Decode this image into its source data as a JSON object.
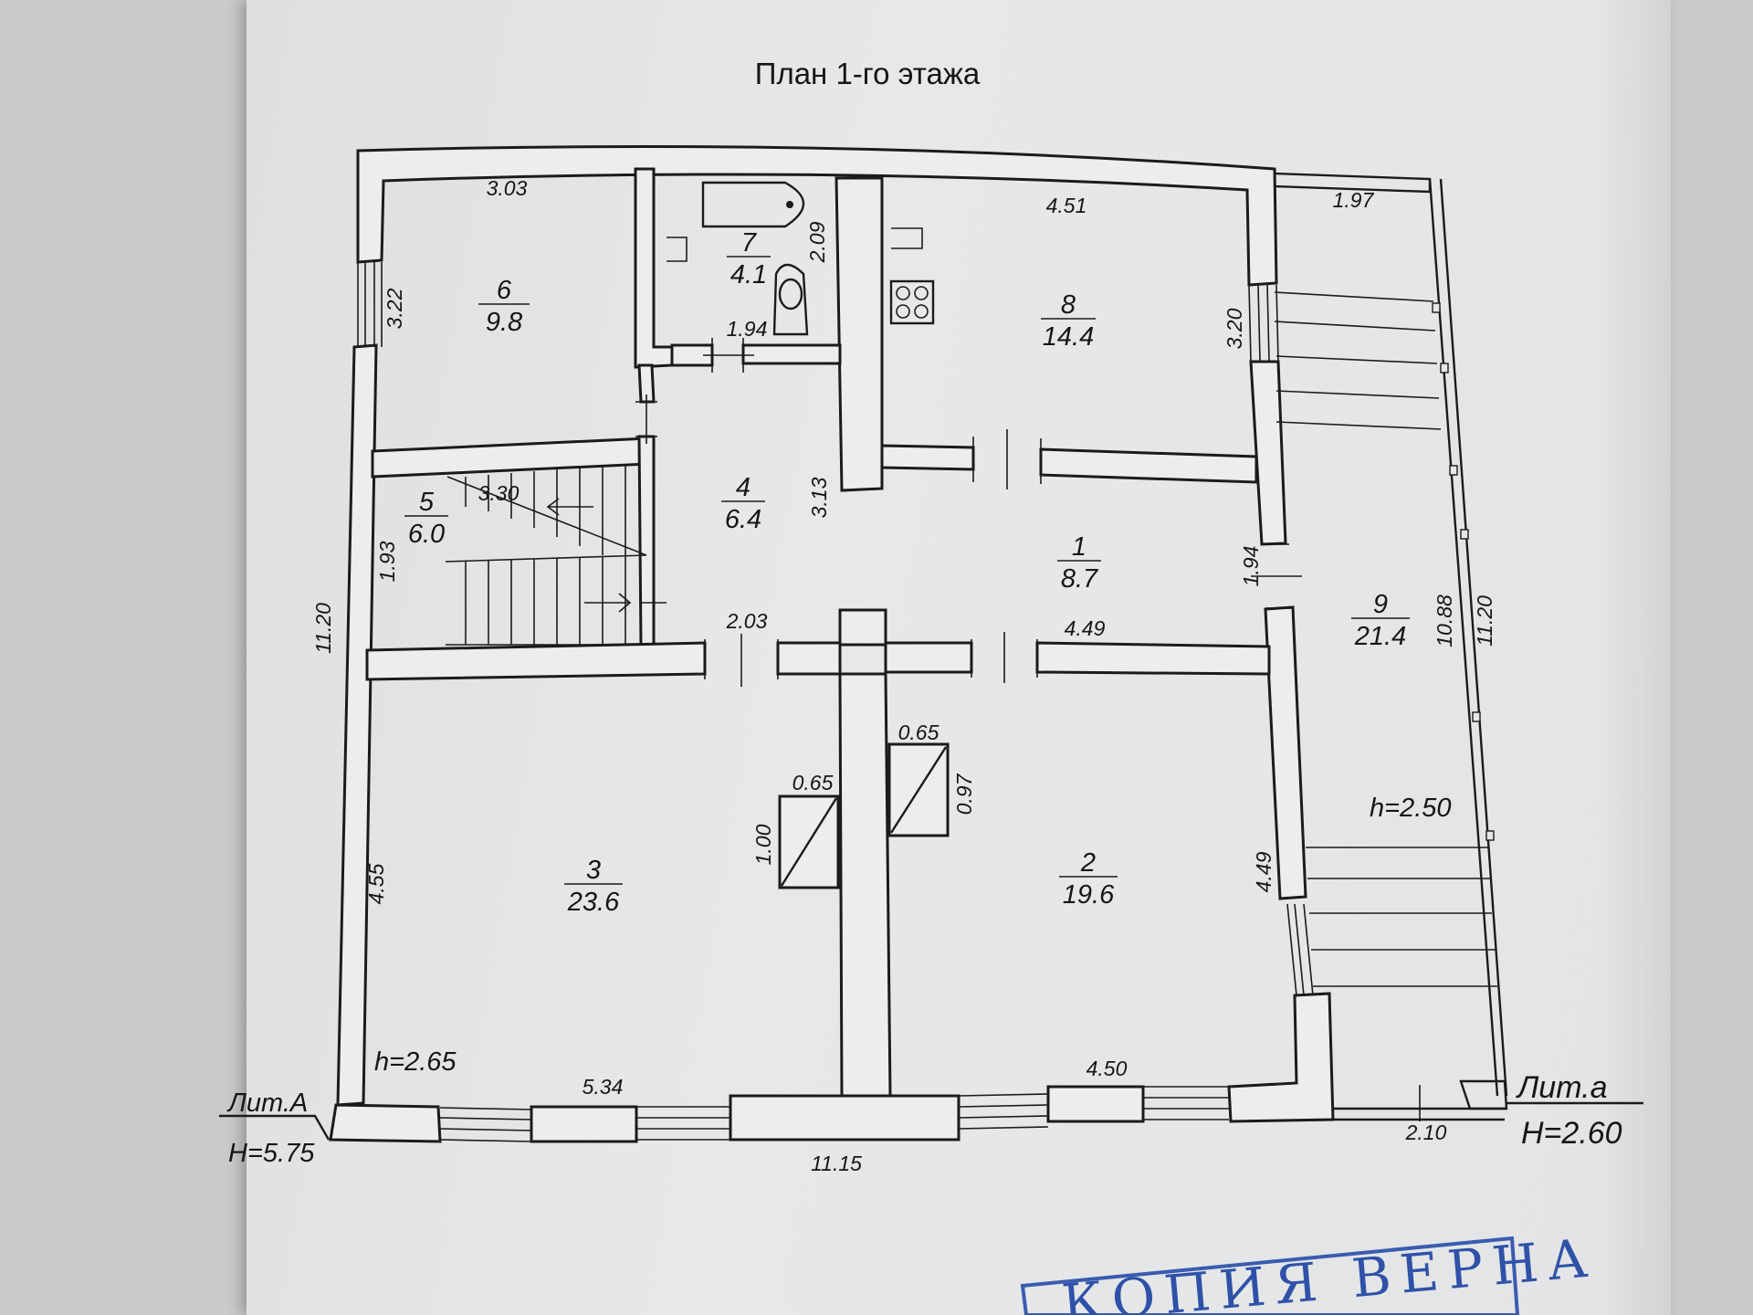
{
  "title": "План 1-го этажа",
  "rooms": [
    {
      "number": "1",
      "area": "8.7"
    },
    {
      "number": "2",
      "area": "19.6"
    },
    {
      "number": "3",
      "area": "23.6"
    },
    {
      "number": "4",
      "area": "6.4"
    },
    {
      "number": "5",
      "area": "6.0"
    },
    {
      "number": "6",
      "area": "9.8"
    },
    {
      "number": "7",
      "area": "4.1"
    },
    {
      "number": "8",
      "area": "14.4"
    },
    {
      "number": "9",
      "area": "21.4"
    }
  ],
  "dimensions": {
    "d_3_03": "3.03",
    "d_4_51": "4.51",
    "d_1_97": "1.97",
    "d_2_09": "2.09",
    "d_1_94_top": "1.94",
    "d_3_22": "3.22",
    "d_3_20": "3.20",
    "d_3_30": "3.30",
    "d_3_13": "3.13",
    "d_1_93": "1.93",
    "d_1_94_right": "1.94",
    "d_2_03": "2.03",
    "d_4_49_top": "4.49",
    "d_10_88": "10.88",
    "d_11_20_right": "11.20",
    "d_11_20_left": "11.20",
    "d_0_65_a": "0.65",
    "d_0_65_b": "0.65",
    "d_1_00": "1.00",
    "d_0_97": "0.97",
    "d_4_55": "4.55",
    "d_4_49_right": "4.49",
    "d_5_34": "5.34",
    "d_4_50": "4.50",
    "d_11_15": "11.15",
    "d_2_10": "2.10"
  },
  "heights": {
    "h_main": "h=2.65",
    "h_annex": "h=2.50"
  },
  "literals": {
    "lit_a_main": "Лит.А",
    "lit_a_main_height": "H=5.75",
    "lit_a_annex": "Лит.а",
    "lit_a_annex_height": "H=2.60"
  },
  "stamp": "КОПИЯ ВЕРНА"
}
